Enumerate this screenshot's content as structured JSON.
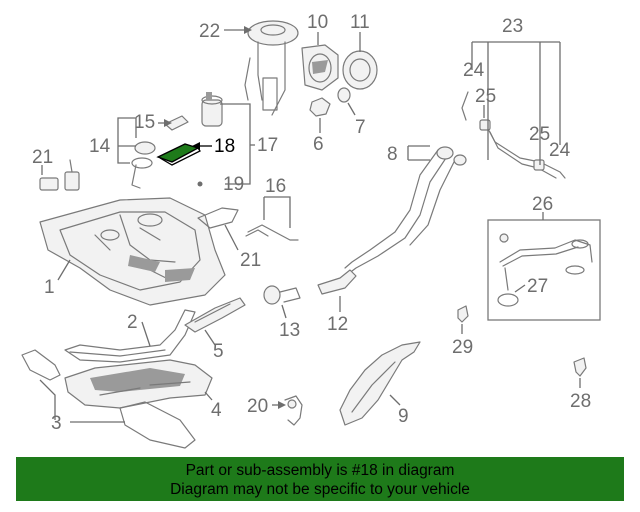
{
  "diagram": {
    "callouts": {
      "c1": "1",
      "c2": "2",
      "c3": "3",
      "c4": "4",
      "c5": "5",
      "c6": "6",
      "c7": "7",
      "c8": "8",
      "c9": "9",
      "c10": "10",
      "c11": "11",
      "c12": "12",
      "c13": "13",
      "c14": "14",
      "c15": "15",
      "c16": "16",
      "c17": "17",
      "c18": "18",
      "c19": "19",
      "c20": "20",
      "c21a": "21",
      "c21b": "21",
      "c22": "22",
      "c23": "23",
      "c24a": "24",
      "c24b": "24",
      "c25a": "25",
      "c25b": "25",
      "c26": "26",
      "c27": "27",
      "c28": "28",
      "c29": "29"
    },
    "highlight_part": "18",
    "highlight_color": "#1e7a1a"
  },
  "banner": {
    "line1": "Part or sub-assembly is #18 in diagram",
    "line2": "Diagram may not be specific to your vehicle",
    "color": "#1e7a1a"
  }
}
